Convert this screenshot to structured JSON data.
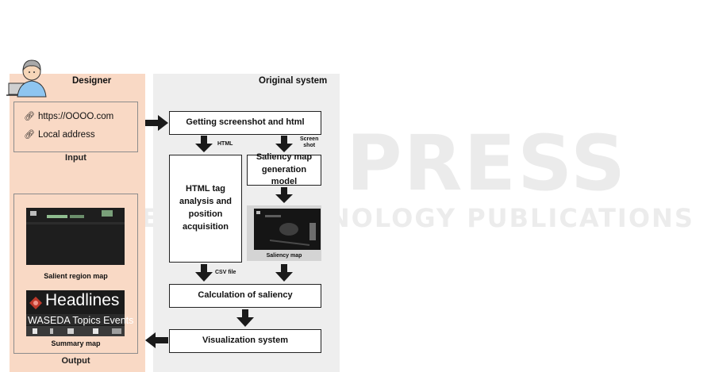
{
  "designer": {
    "title": "Designer",
    "input": {
      "url": "https://OOOO.com",
      "local": "Local address",
      "label": "Input"
    },
    "output": {
      "salient_caption": "Salient region map",
      "summary_caption": "Summary map",
      "label": "Output",
      "headline_text": "Headlines",
      "menu_text": "WASEDA  Topics  Events"
    }
  },
  "system": {
    "title": "Original system",
    "step_screenshot": "Getting screenshot and html",
    "label_html": "HTML",
    "label_screenshot_1": "Screen",
    "label_screenshot_2": "shot",
    "step_tag_analysis": "HTML tag analysis and position acquisition",
    "step_saliency_model": "Saliency map generation model",
    "saliency_map_caption": "Saliency map",
    "label_csv": "CSV file",
    "step_calculation": "Calculation of saliency",
    "step_visualization": "Visualization system"
  },
  "watermark": {
    "main": "SCITEPRESS",
    "sub": "SCIENCE AND TECHNOLOGY PUBLICATIONS"
  },
  "colors": {
    "designer_panel": "#f9d9c5",
    "system_panel": "#eeeeee",
    "arrow": "#1a1a1a"
  }
}
